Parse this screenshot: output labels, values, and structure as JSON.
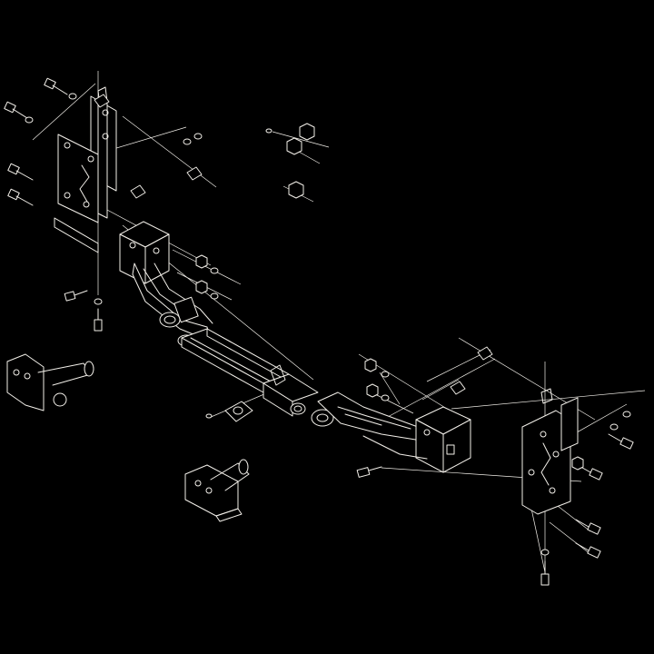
{
  "diagram": {
    "type": "exploded-view",
    "subject": "trailer-hitch-assembly",
    "background_color": "#000000",
    "line_color": "#f2efe9",
    "components": [
      {
        "name": "left-frame-bracket"
      },
      {
        "name": "right-frame-bracket"
      },
      {
        "name": "left-crossmember-arm"
      },
      {
        "name": "right-crossmember-arm"
      },
      {
        "name": "center-crossmember-tube"
      },
      {
        "name": "safety-chain-plate"
      },
      {
        "name": "left-receiver-bracket-with-pin"
      },
      {
        "name": "right-receiver-bracket-with-pin"
      },
      {
        "name": "carriage-bolts"
      },
      {
        "name": "hex-nuts"
      },
      {
        "name": "washers"
      },
      {
        "name": "square-spacer-plates"
      }
    ]
  }
}
